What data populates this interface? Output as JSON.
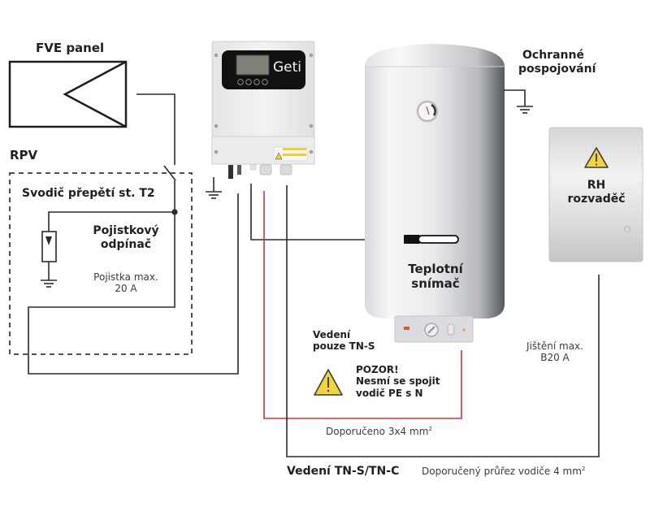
{
  "diagram": {
    "title": "Schéma zapojení solárního ohřevu vody s regulátorem Geti",
    "colors": {
      "wire": "#2b2b2b",
      "wire_red": "#d2343e",
      "dashed_box": "#3a3a3a",
      "warning_fill": "#f3d43a",
      "warning_stroke": "#3a3a3a",
      "inverter_body": "#e9eaec",
      "inverter_panel": "#121212",
      "boiler_light": "#f4f5f6",
      "boiler_dark": "#5a5d61",
      "switchboard": "#d8d9db"
    }
  },
  "components": {
    "pv_panel": {
      "label": "FVE panel",
      "icon": "pv-panel-symbol"
    },
    "rpv": {
      "label": "RPV",
      "surge_protector": "Svodič přepětí st. T2",
      "fuse_disconnector": {
        "line1": "Pojistkový",
        "line2": "odpínač"
      },
      "fuse_max": {
        "line1": "Pojistka max.",
        "line2": "20 A"
      }
    },
    "inverter": {
      "brand": "Geti",
      "icon": "solar-inverter"
    },
    "boiler": {
      "equipotential": {
        "line1": "Ochranné",
        "line2": "pospojování"
      },
      "temp_sensor": {
        "line1": "Teplotní",
        "line2": "snímač"
      },
      "icon": "water-heater"
    },
    "switchboard": {
      "label": {
        "line1": "RH",
        "line2": "rozvaděč"
      },
      "breaker_max": {
        "line1": "Jištění max.",
        "line2": "B20 A"
      },
      "icon": "warning-icon"
    }
  },
  "wiring": {
    "tns_only": {
      "line1": "Vedení",
      "line2": "pouze TN-S"
    },
    "warning": {
      "line1": "POZOR!",
      "line2": "Nesmí se spojit",
      "line3": "vodič PE s N"
    },
    "recommended_tns": "Doporučeno 3x4 mm",
    "recommended_tns_sup": "2",
    "tns_tnc": "Vedení TN-S/TN-C",
    "recommended_cross_section": "Doporučený průřez vodiče 4 mm",
    "recommended_cross_section_sup": "2"
  }
}
